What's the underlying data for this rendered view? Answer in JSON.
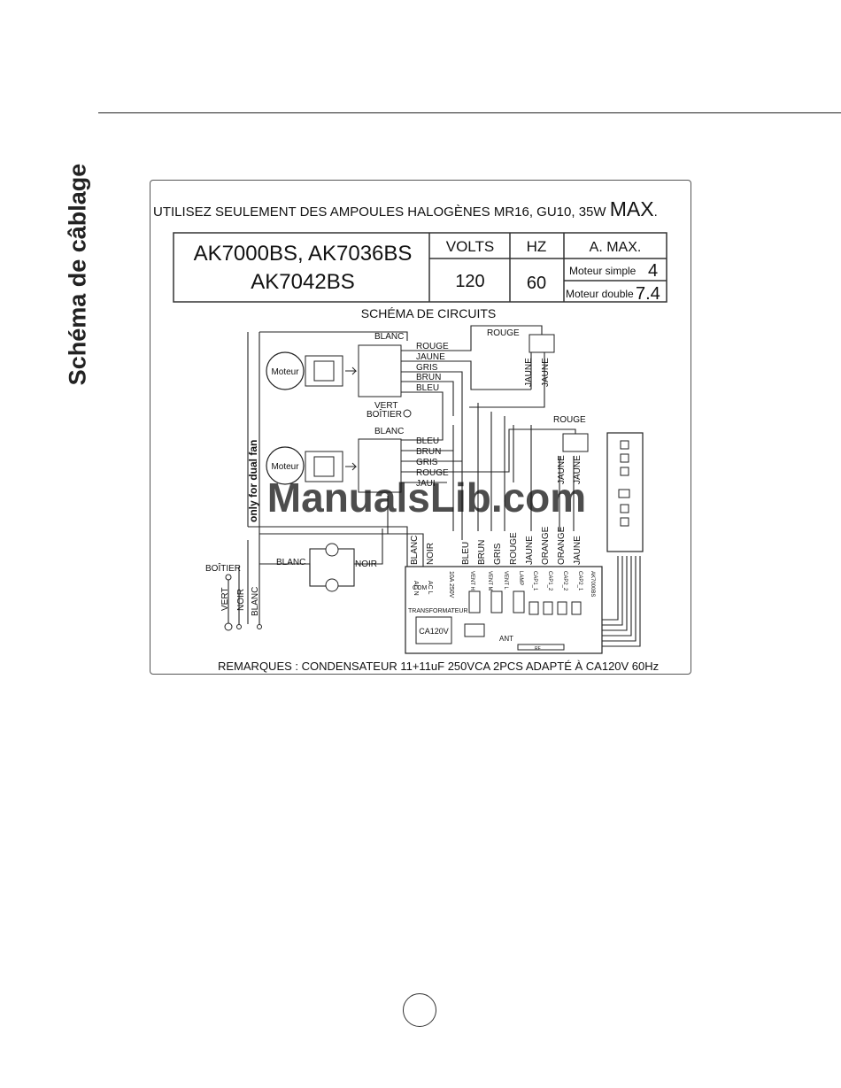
{
  "page": {
    "side_title": "Schéma de câblage",
    "watermark": "ManualsLib.com"
  },
  "diagram": {
    "instruction_prefix": "UTILISEZ SEULEMENT DES AMPOULES HALOGÈNES MR16, GU10, 35W ",
    "instruction_max": "MAX",
    "instruction_suffix": ".",
    "spec_table": {
      "models_line1": "AK7000BS, AK7036BS",
      "models_line2": "AK7042BS",
      "volts_header": "VOLTS",
      "hz_header": "HZ",
      "amax_header": "A. MAX.",
      "volts_value": "120",
      "hz_value": "60",
      "simple_label": "Moteur simple",
      "simple_value": "4",
      "double_label": "Moteur double",
      "double_value": "7.4"
    },
    "circuit_title": "SCHÉMA DE CIRCUITS",
    "motor_label": "Moteur",
    "side_note": "only for dual fan",
    "labels": {
      "blanc": "BLANC",
      "rouge": "ROUGE",
      "jaune": "JAUNE",
      "gris": "GRIS",
      "brun": "BRUN",
      "bleu": "BLEU",
      "vert": "VERT",
      "boitier": "BOÎTIER",
      "noir": "NOIR",
      "orange": "ORANGE",
      "jaune_cut": "JAUI"
    },
    "board": {
      "ac_n": "AC N",
      "ac_l": "AC L",
      "com": "COM",
      "fuse": "10A 250V",
      "vent_h": "VENT H",
      "vent_m": "VENT M",
      "vent_l": "VENT L",
      "lamp": "LAMP",
      "cap1_1": "CAP1_1",
      "cap1_2": "CAP1_2",
      "cap2_2": "CAP2_2",
      "cap2_1": "CAP2_1",
      "model": "AK7000BS",
      "transformateur": "TRANSFORMATEUR",
      "ca120v": "CA120V",
      "ant": "ANT",
      "rf": "RF"
    },
    "remarks": "REMARQUES : CONDENSATEUR  11+11uF  250VCA  2PCS ADAPTÉ À CA120V 60Hz"
  }
}
